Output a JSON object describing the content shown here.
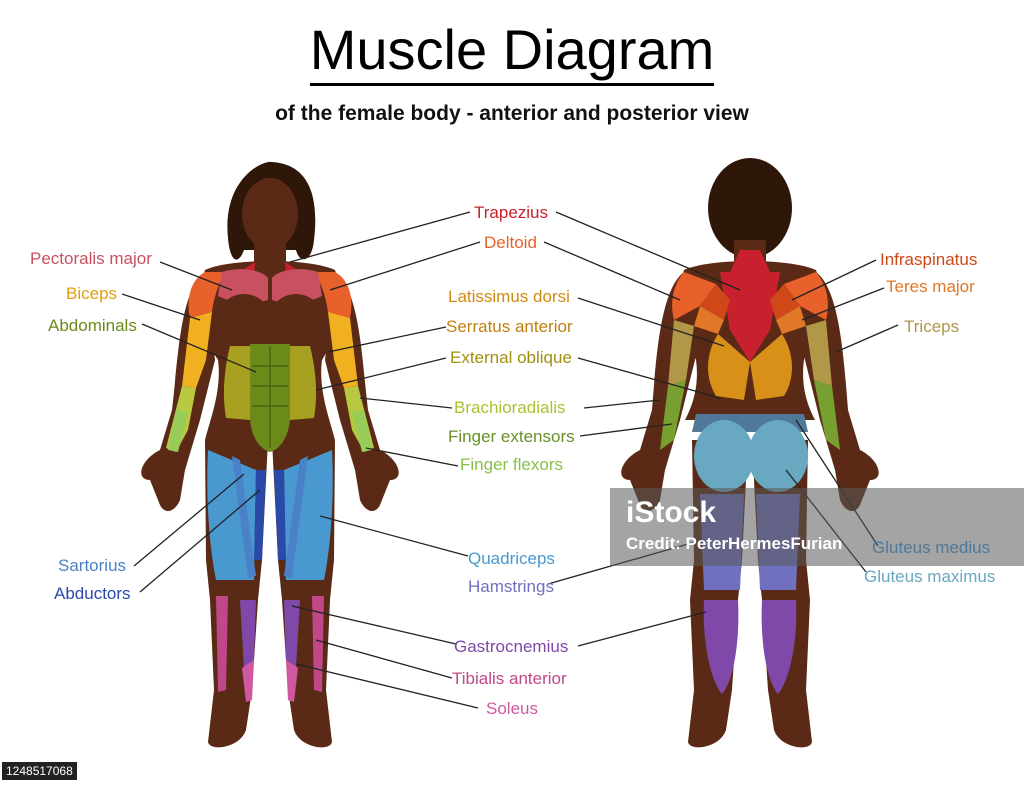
{
  "title": "Muscle Diagram",
  "subtitle": "of the female body - anterior and posterior view",
  "labels": {
    "trapezius": "Trapezius",
    "deltoid": "Deltoid",
    "pectoralis_major": "Pectoralis major",
    "biceps": "Biceps",
    "abdominals": "Abdominals",
    "latissimus_dorsi": "Latissimus dorsi",
    "serratus_anterior": "Serratus anterior",
    "external_oblique": "External oblique",
    "brachioradialis": "Brachioradialis",
    "finger_extensors": "Finger extensors",
    "finger_flexors": "Finger flexors",
    "infraspinatus": "Infraspinatus",
    "teres_major": "Teres major",
    "triceps": "Triceps",
    "sartorius": "Sartorius",
    "abductors": "Abductors",
    "quadriceps": "Quadriceps",
    "hamstrings": "Hamstrings",
    "gluteus_medius": "Gluteus medius",
    "gluteus_maximus": "Gluteus maximus",
    "gastrocnemius": "Gastrocnemius",
    "tibialis_anterior": "Tibialis anterior",
    "soleus": "Soleus"
  },
  "colors": {
    "skin": "#5a2a16",
    "hair": "#2e1608",
    "trapezius": "#c8202c",
    "deltoid": "#e8602a",
    "pectoralis": "#c95060",
    "biceps": "#f0b020",
    "abdominals": "#6b8a1a",
    "latissimus": "#d89018",
    "serratus": "#c88818",
    "external_oblique": "#a8a020",
    "brachioradialis": "#b8c840",
    "finger_extensors": "#78a030",
    "finger_flexors": "#98cc58",
    "infraspinatus": "#d04818",
    "teres_major": "#e07828",
    "triceps": "#b09848",
    "sartorius": "#4a82c8",
    "abductors": "#2a4aa8",
    "quadriceps": "#4a98d0",
    "hamstrings": "#7070c0",
    "gluteus_medius": "#507898",
    "gluteus_maximus": "#68a8c0",
    "gastrocnemius": "#8048a8",
    "tibialis": "#c04888",
    "soleus": "#d058a0"
  },
  "watermark": {
    "logo": "iStock",
    "credit": "Credit: PeterHermesFurian",
    "stock_id": "1248517068"
  }
}
